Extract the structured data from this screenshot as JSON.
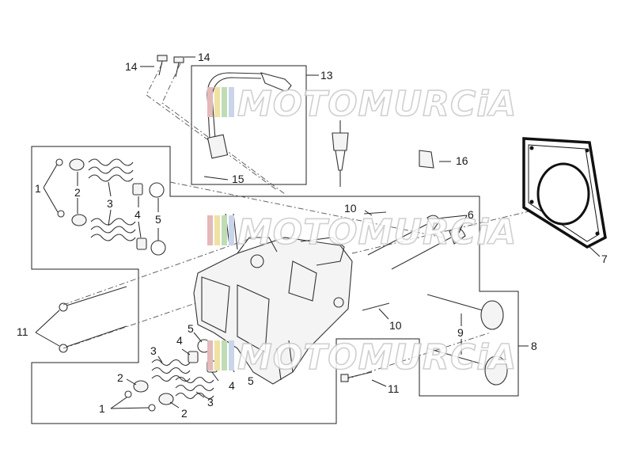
{
  "watermark": {
    "text": "MOTOMURCiA",
    "stripe_colors": [
      "#e4b9b9",
      "#efe2a2",
      "#bfdcb5",
      "#c9d5ea"
    ]
  },
  "callouts": {
    "c1a": "1",
    "c2a": "2",
    "c3a": "3",
    "c4a": "4",
    "c5a": "5",
    "c6": "6",
    "c7": "7",
    "c8": "8",
    "c9": "9",
    "c10a": "10",
    "c10b": "10",
    "c11a": "11",
    "c11b": "11",
    "c13": "13",
    "c14a": "14",
    "c14b": "14",
    "c15": "15",
    "c16": "16",
    "c5b": "5",
    "c4b": "4",
    "c3b": "3",
    "c2b": "2",
    "c5c": "5",
    "c4c": "4",
    "c3c": "3",
    "c2c": "2",
    "c1b": "1"
  }
}
